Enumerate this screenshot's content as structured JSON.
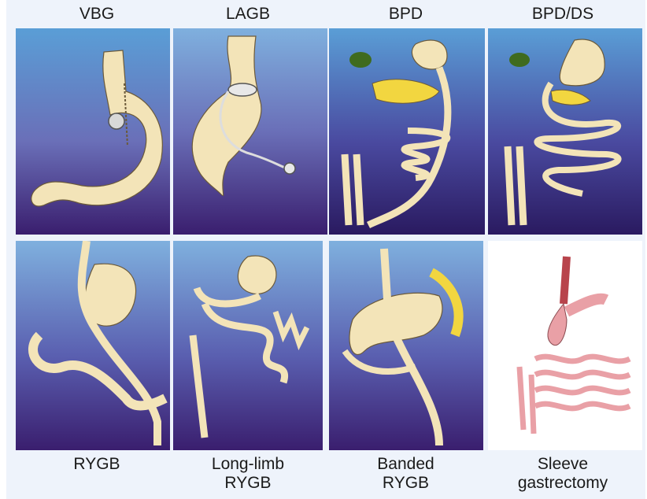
{
  "figure": {
    "top_labels": [
      "VBG",
      "LAGB",
      "BPD",
      "BPD/DS"
    ],
    "bottom_labels": [
      {
        "line1": "RYGB",
        "line2": ""
      },
      {
        "line1": "Long-limb",
        "line2": "RYGB"
      },
      {
        "line1": "Banded",
        "line2": "RYGB"
      },
      {
        "line1": "Sleeve",
        "line2": "gastrectomy"
      }
    ],
    "panels": [
      {
        "procedure": "VBG",
        "illustration": "vertical-banded-gastroplasty"
      },
      {
        "procedure": "LAGB",
        "illustration": "laparoscopic-adjustable-gastric-band"
      },
      {
        "procedure": "BPD",
        "illustration": "biliopancreatic-diversion"
      },
      {
        "procedure": "BPD/DS",
        "illustration": "biliopancreatic-diversion-duodenal-switch"
      },
      {
        "procedure": "RYGB",
        "illustration": "roux-en-y-gastric-bypass"
      },
      {
        "procedure": "Long-limb RYGB",
        "illustration": "long-limb-roux-en-y-gastric-bypass"
      },
      {
        "procedure": "Banded RYGB",
        "illustration": "banded-roux-en-y-gastric-bypass"
      },
      {
        "procedure": "Sleeve gastrectomy",
        "illustration": "sleeve-gastrectomy"
      }
    ]
  },
  "colors": {
    "panel_top": "#5a9ed6",
    "panel_bottom": "#3a1e6e",
    "organ_fill": "#f3e4b8",
    "organ_stroke": "#6b5a3a",
    "pancreas": "#f2d640",
    "gallbladder": "#3f6b1e",
    "intestine_pink": "#e9a0a6",
    "esophagus_red": "#b8444c"
  }
}
